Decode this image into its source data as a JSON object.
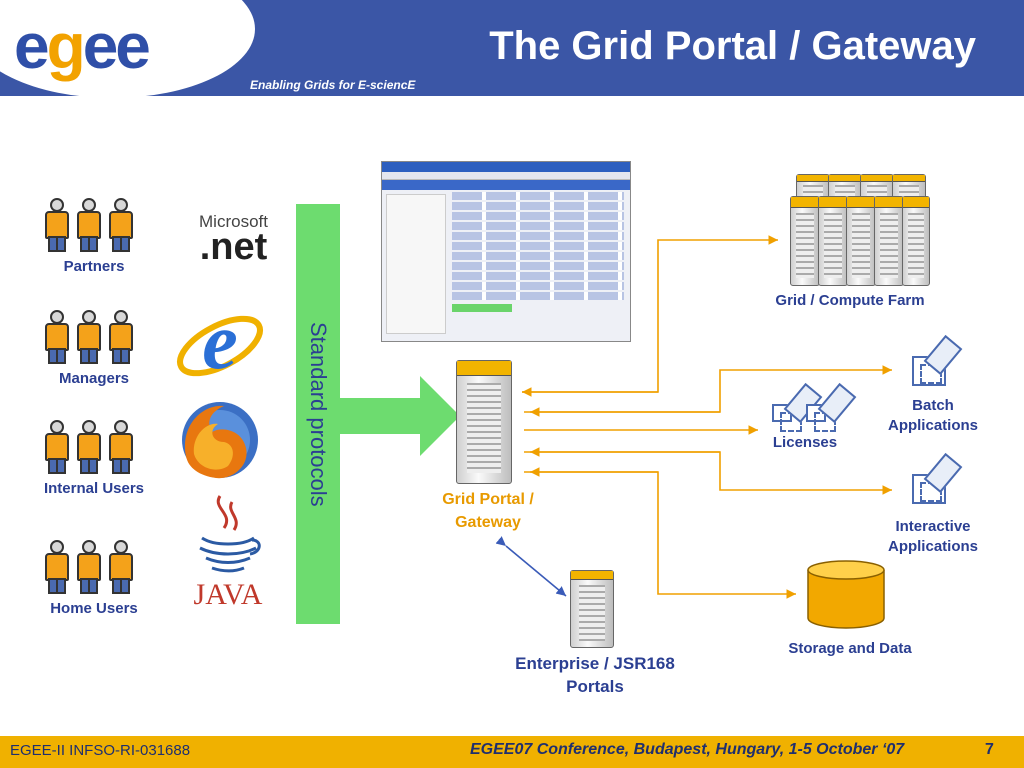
{
  "header": {
    "logo_text": "egee",
    "title": "The Grid Portal / Gateway",
    "subtitle": "Enabling Grids for E-sciencE"
  },
  "users": [
    {
      "label": "Partners"
    },
    {
      "label": "Managers"
    },
    {
      "label": "Internal Users"
    },
    {
      "label": "Home Users"
    }
  ],
  "logos": {
    "microsoft": "Microsoft",
    "net": ".net",
    "java": "JAVA"
  },
  "standard_protocols": "Standard protocols",
  "portal": {
    "label": "Grid Portal / Gateway"
  },
  "enterprise": {
    "label": "Enterprise / JSR168 Portals"
  },
  "compute_farm": {
    "label": "Grid / Compute Farm"
  },
  "licenses": {
    "label": "Licenses"
  },
  "batch": {
    "label": "Batch Applications"
  },
  "interactive": {
    "label": "Interactive Applications"
  },
  "storage": {
    "label": "Storage and Data"
  },
  "footer": {
    "left": "EGEE-II INFSO-RI-031688",
    "center": "EGEE07 Conference, Budapest, Hungary, 1-5 October ‘07",
    "page": "7"
  },
  "colors": {
    "header_blue": "#3b56a6",
    "footer_gold": "#f0b100",
    "green": "#6ddc6f",
    "label_blue": "#2b3f92",
    "orange": "#e89a00"
  }
}
